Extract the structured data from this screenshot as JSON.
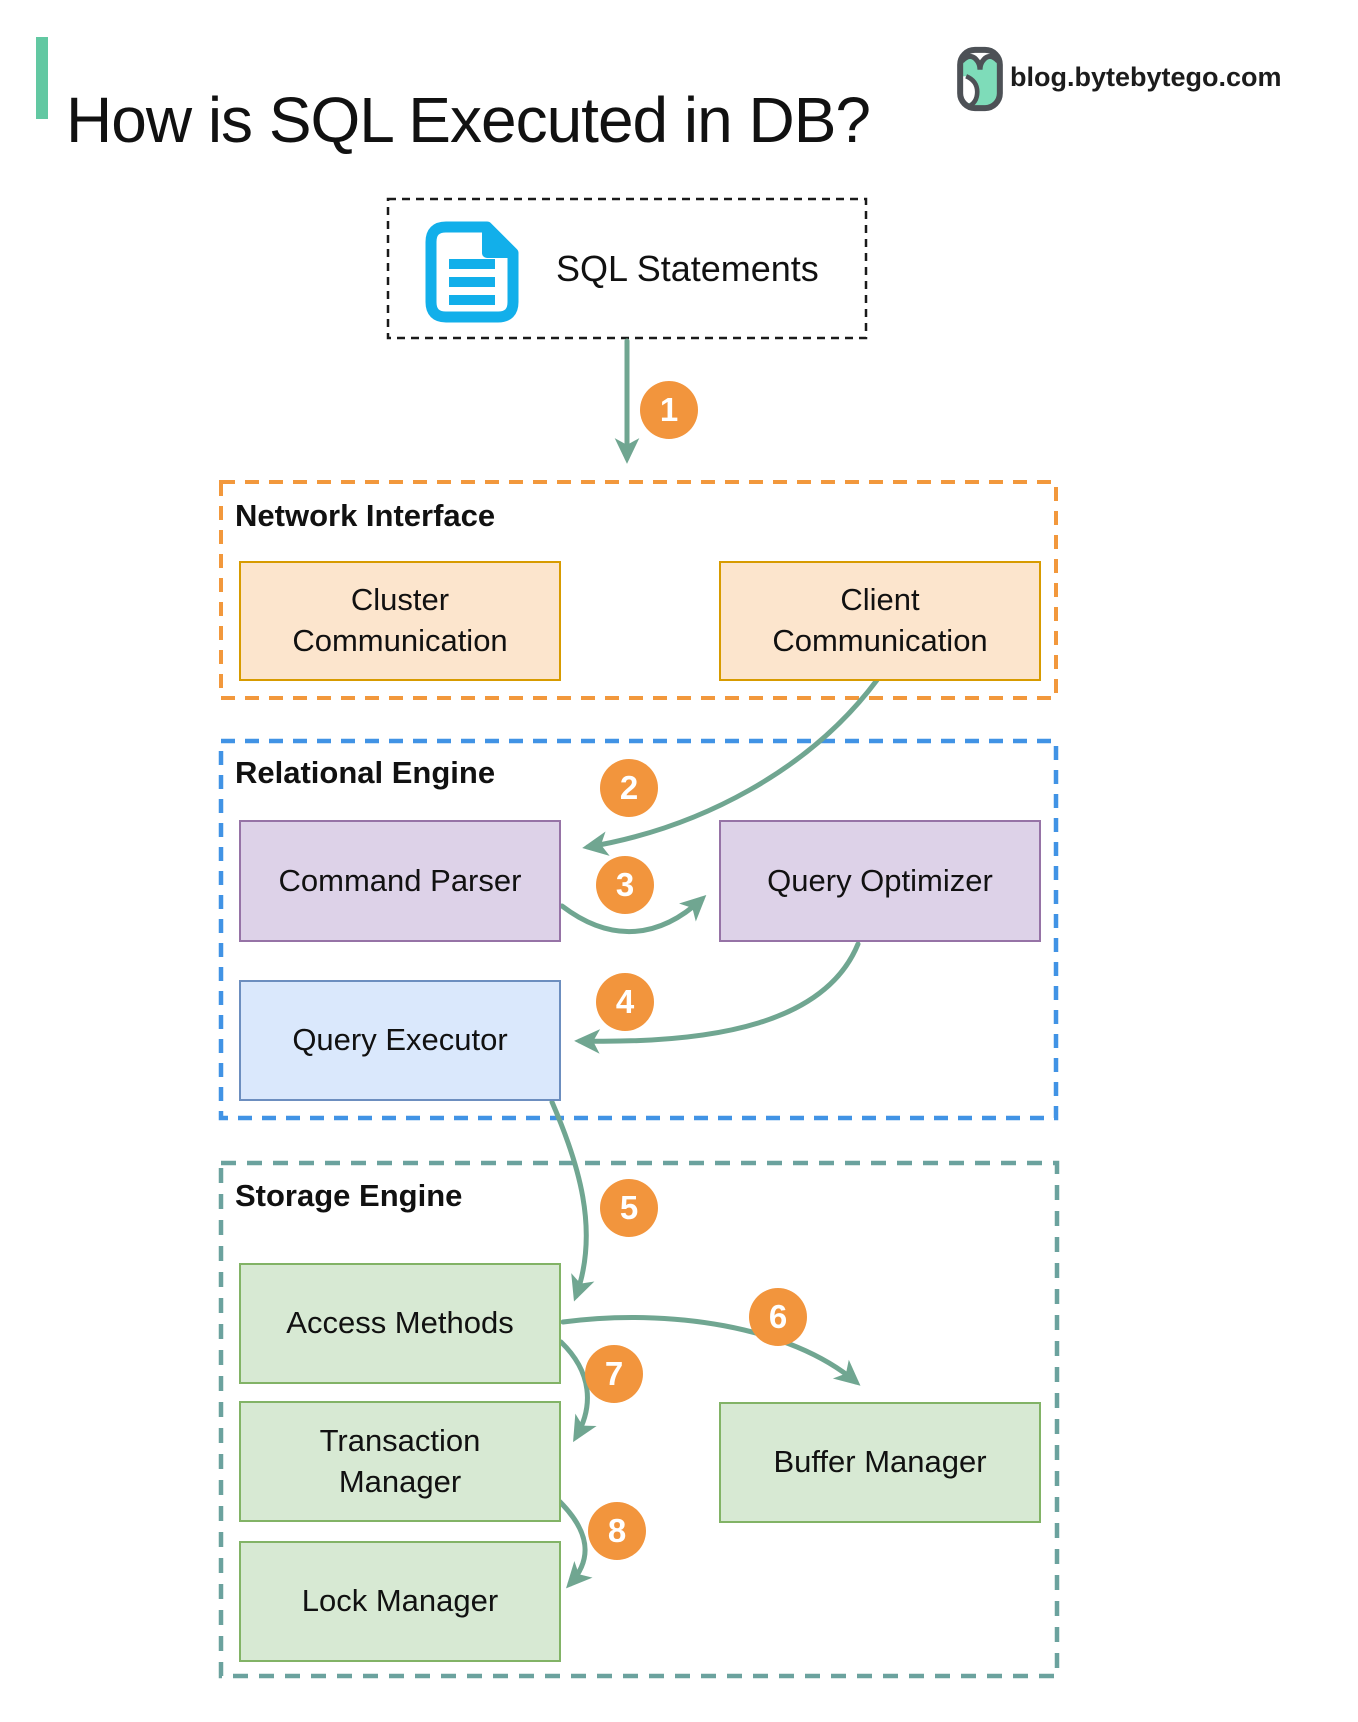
{
  "header": {
    "title": "How is SQL Executed in DB?",
    "brand": "blog.bytebytego.com"
  },
  "colors": {
    "title_accent_bar": "#62C8A2",
    "step_circle": "#F2953D",
    "arrow": "#70A691",
    "sql_document_icon": "#12AFEA",
    "network_section_border": "#F2983C",
    "relational_section_border": "#4193E5",
    "storage_section_border": "#6BA29E",
    "peach_fill": "#FCE5CD",
    "peach_stroke": "#D79B00",
    "purple_fill": "#DDD2E8",
    "purple_stroke": "#9673A6",
    "blue_fill": "#DAE8FC",
    "blue_stroke": "#6C8EBF",
    "green_fill": "#D7E9D3",
    "green_stroke": "#82B366"
  },
  "icons": {
    "sql_statements": "document-icon",
    "brand": "bytebytego-bird-logo"
  },
  "diagram": {
    "source": {
      "label": "SQL Statements"
    },
    "sections": [
      {
        "label": "Network Interface",
        "boxes": [
          {
            "label": "Cluster\nCommunication"
          },
          {
            "label": "Client\nCommunication"
          }
        ]
      },
      {
        "label": "Relational Engine",
        "boxes": [
          {
            "label": "Command Parser"
          },
          {
            "label": "Query Optimizer"
          },
          {
            "label": "Query Executor"
          }
        ]
      },
      {
        "label": "Storage Engine",
        "boxes": [
          {
            "label": "Access Methods"
          },
          {
            "label": "Transaction\nManager"
          },
          {
            "label": "Lock Manager"
          },
          {
            "label": "Buffer Manager"
          }
        ]
      }
    ],
    "steps": [
      "1",
      "2",
      "3",
      "4",
      "5",
      "6",
      "7",
      "8"
    ]
  }
}
